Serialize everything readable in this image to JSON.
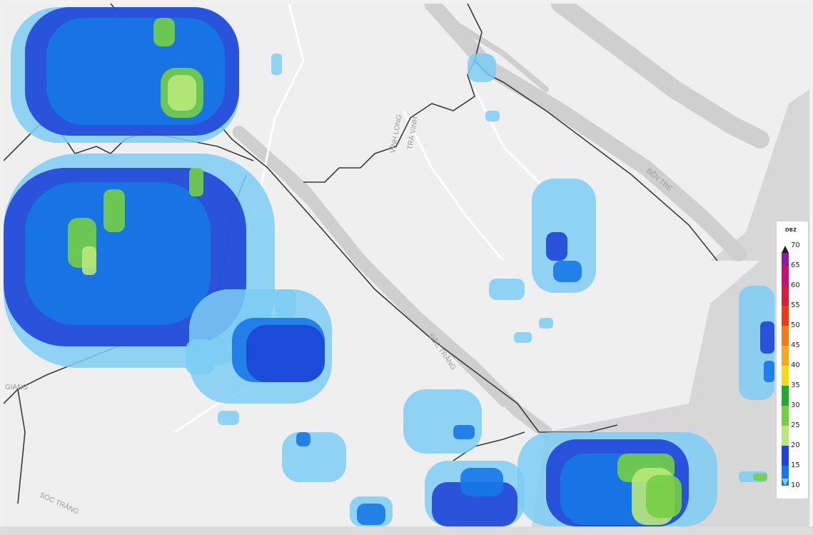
{
  "map": {
    "place_labels": [
      {
        "id": "vinh-long",
        "text": "VĨNH LONG"
      },
      {
        "id": "tra-vinh",
        "text": "TRÀ VINH"
      },
      {
        "id": "ben-tre",
        "text": "BẾN TRE"
      },
      {
        "id": "soc-trang-river",
        "text": "SÓC TRĂNG"
      },
      {
        "id": "soc-trang-sw",
        "text": "SÓC TRĂNG"
      },
      {
        "id": "giang",
        "text": "GIANG"
      }
    ]
  },
  "legend": {
    "unit": "DBZ",
    "labels": [
      "70",
      "65",
      "60",
      "55",
      "50",
      "45",
      "40",
      "35",
      "30",
      "25",
      "20",
      "15",
      "10"
    ],
    "colors": {
      "70": "#1e1e1e",
      "65": "#8d1aa7",
      "60": "#c2127a",
      "55": "#d81d3c",
      "50": "#ef3a14",
      "45": "#f47a18",
      "40": "#f8a81b",
      "35": "#f7da16",
      "30": "#22ab2a",
      "25": "#74cf43",
      "20": "#b9e87a",
      "15": "#1d45d7",
      "10": "#1677e6",
      "below": "#7ecdf3"
    }
  },
  "radar": {
    "colors": {
      "light": "#7ecdf3",
      "mid": "#1677e6",
      "dark": "#1d45d7",
      "green": "#74cf43",
      "lime": "#b9e87a"
    }
  }
}
